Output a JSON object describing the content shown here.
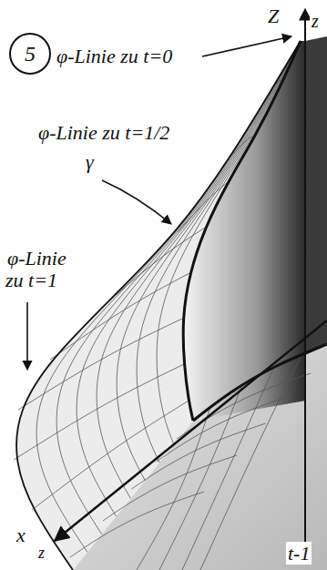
{
  "diagram": {
    "nodes": [
      {
        "text": [
          "5"
        ]
      }
    ],
    "labels": [
      "φ-Linie zu t=0",
      "Z",
      "z",
      "φ-Linie zu t=1/2",
      "γ",
      "φ-Linie zu t=1",
      "x",
      "z",
      "t-1"
    ]
  }
}
